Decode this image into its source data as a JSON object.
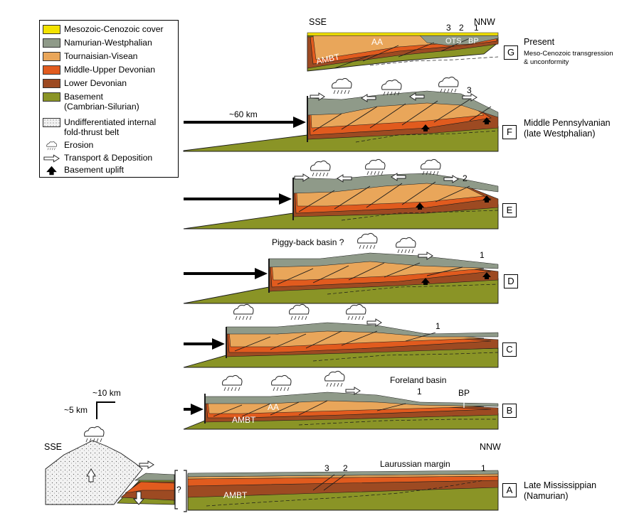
{
  "colors": {
    "cover": "#f3e300",
    "namurian": "#8f9a89",
    "tournaisian": "#e9a65a",
    "mid_devonian": "#e15b1e",
    "low_devonian": "#9d4a22",
    "basement": "#8a9426",
    "internal_belt": "#ededed",
    "outline": "#1a1a1a"
  },
  "legend": {
    "items": [
      {
        "label": "Mesozoic-Cenozoic cover",
        "swatch": "cover"
      },
      {
        "label": "Namurian-Westphalian",
        "swatch": "namurian"
      },
      {
        "label": "Tournaisian-Visean",
        "swatch": "tournaisian"
      },
      {
        "label": "Middle-Upper Devonian",
        "swatch": "mid_devonian"
      },
      {
        "label": "Lower Devonian",
        "swatch": "low_devonian"
      },
      {
        "label": "Basement\n(Cambrian-Silurian)",
        "swatch": "basement"
      },
      {
        "label": "Undifferentiated internal\nfold-thrust belt",
        "swatch": "internal_belt"
      }
    ],
    "symbols": [
      {
        "label": "Erosion",
        "icon": "cloud-rain-icon"
      },
      {
        "label": "Transport & Deposition",
        "icon": "hollow-arrow-icon"
      },
      {
        "label": "Basement uplift",
        "icon": "uplift-arrow-icon"
      }
    ]
  },
  "stages": [
    {
      "letter": "G",
      "title": "Present",
      "subtitle": "Meso-Cenozoic transgression\n& unconformity"
    },
    {
      "letter": "F",
      "title": "Middle Pennsylvanian\n(late Westphalian)",
      "subtitle": ""
    },
    {
      "letter": "E",
      "title": "",
      "subtitle": ""
    },
    {
      "letter": "D",
      "title": "",
      "subtitle": ""
    },
    {
      "letter": "C",
      "title": "",
      "subtitle": ""
    },
    {
      "letter": "B",
      "title": "",
      "subtitle": ""
    },
    {
      "letter": "A",
      "title": "Late Mississippian\n(Namurian)",
      "subtitle": ""
    }
  ],
  "labels": {
    "sse_top": "SSE",
    "nnw_top": "NNW",
    "aa": "AA",
    "ambt": "AMBT",
    "ots": "OTS",
    "bp": "BP",
    "n1": "1",
    "n2": "2",
    "n3": "3",
    "shortening": "~60 km",
    "piggyback": "Piggy-back basin ?",
    "foreland": "Foreland basin",
    "scale_h": "~10 km",
    "scale_v": "~5 km",
    "sse_bottom": "SSE",
    "nnw_bottom": "NNW",
    "laurussian": "Laurussian margin",
    "question": "?"
  }
}
